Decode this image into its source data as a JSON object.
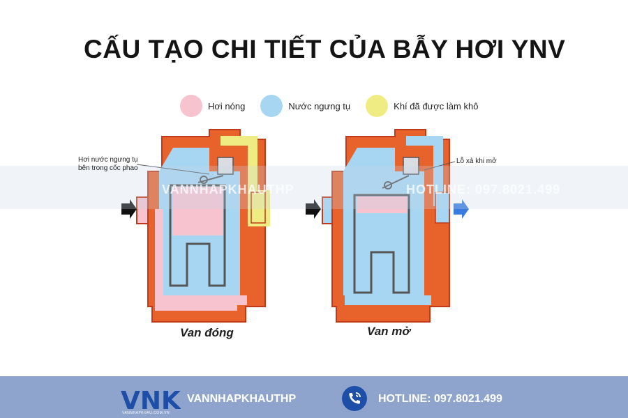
{
  "title": "CẤU TẠO CHI TIẾT CỦA BẪY HƠI YNV",
  "legend": [
    {
      "label": "Hơi nóng",
      "color": "#f6c3cf"
    },
    {
      "label": "Nước ngưng tụ",
      "color": "#a7d6f3"
    },
    {
      "label": "Khí đã được làm khô",
      "color": "#f0ec84"
    }
  ],
  "diagrams": {
    "closed": {
      "caption": "Van đóng",
      "callout": "Hơi nước ngưng tụ bên trong cốc phao"
    },
    "open": {
      "caption": "Van mở",
      "callout": "Lỗ xả khi mở"
    }
  },
  "colors": {
    "body": "#e8622c",
    "outline": "#c0391a",
    "steam": "#f6c3cf",
    "water": "#a7d6f3",
    "air": "#f0ec84",
    "footer": "#8fa4cc"
  },
  "watermark": {
    "brand": "VANNHAPKHAUTHP",
    "hotline": "HOTLINE: 097.8021.499"
  },
  "footer": {
    "logo_text": "VNK",
    "logo_sub": "VANNHAPKHAU.COM.VN",
    "brand": "VANNHAPKHAUTHP",
    "hotline": "HOTLINE: 097.8021.499"
  }
}
